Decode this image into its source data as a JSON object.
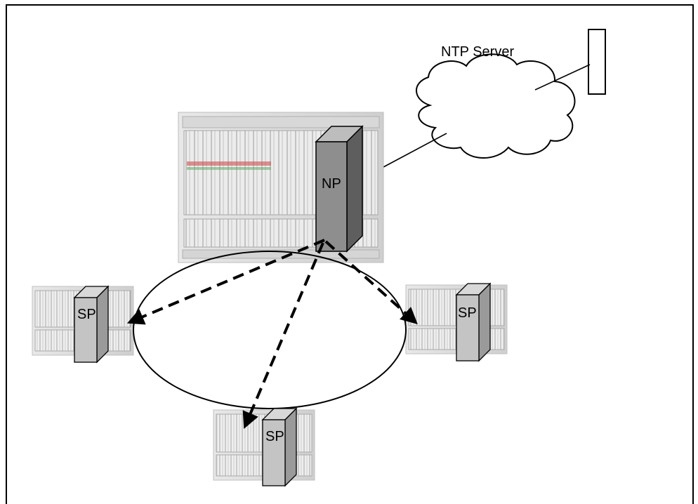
{
  "labels": {
    "ntp_server": "NTP Server",
    "np": "NP",
    "sp_left": "SP",
    "sp_right": "SP",
    "sp_bottom": "SP"
  }
}
